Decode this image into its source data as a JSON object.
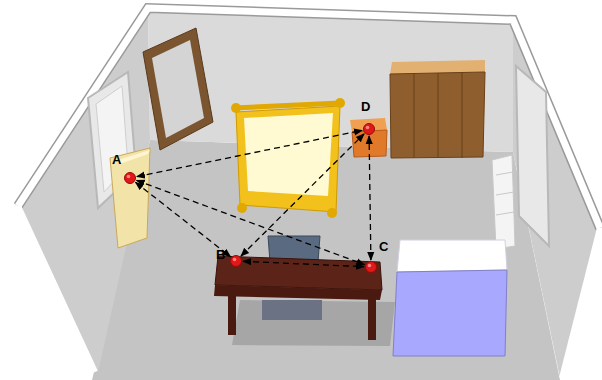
{
  "diagram": {
    "nodes": [
      {
        "text": [
          "A"
        ]
      },
      {
        "text": [
          "B"
        ]
      },
      {
        "text": [
          "C"
        ]
      },
      {
        "text": [
          "D"
        ]
      }
    ],
    "edges": [
      {
        "from": 0,
        "to": 3,
        "arrow": "both"
      },
      {
        "from": 0,
        "to": 1,
        "arrow": "both"
      },
      {
        "from": 0,
        "to": 2,
        "arrow": "both"
      },
      {
        "from": 1,
        "to": 2,
        "arrow": "both"
      },
      {
        "from": 1,
        "to": 3,
        "arrow": "both"
      },
      {
        "from": 2,
        "to": 3,
        "arrow": "both"
      }
    ]
  }
}
